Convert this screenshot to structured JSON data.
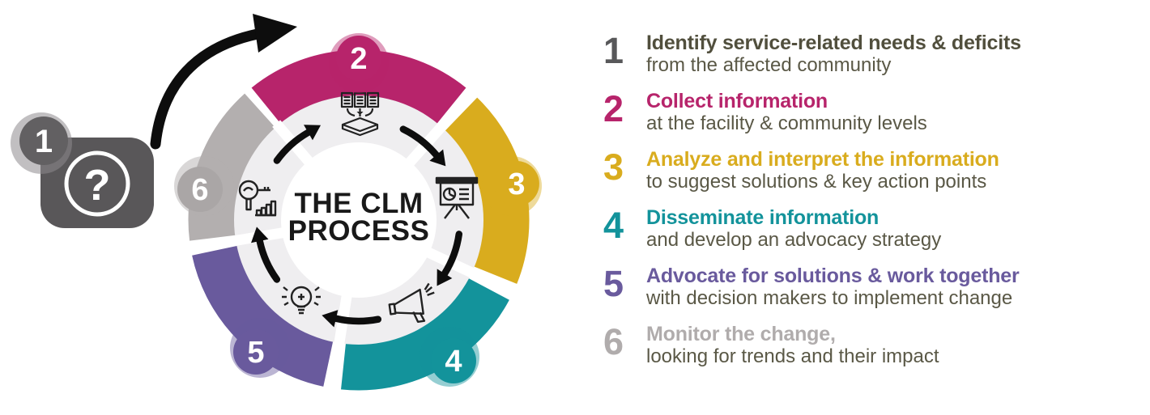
{
  "diagram": {
    "center_title_line1": "THE CLM",
    "center_title_line2": "PROCESS",
    "question_mark": "?",
    "badge_labels": [
      "1",
      "2",
      "3",
      "4",
      "5",
      "6"
    ],
    "colors": {
      "step1_dark_gray": "#595759",
      "step2_magenta": "#b7246b",
      "step3_yellow": "#d9ac1e",
      "step4_teal": "#13939b",
      "step5_purple": "#695a9d",
      "step6_gray": "#b3afaf",
      "inner_ring_gray": "#efeef0",
      "arrow_black": "#0d0d0d"
    },
    "icons": [
      "question-mark",
      "documents-collection",
      "presentation-chart",
      "megaphone",
      "idea-bulb",
      "monitor-trends"
    ]
  },
  "legend": {
    "steps": [
      {
        "num": "1",
        "title": "Identify service-related needs & deficits",
        "subtitle": "from the affected community",
        "color": "#58585a"
      },
      {
        "num": "2",
        "title": "Collect information",
        "subtitle": "at the facility & community levels",
        "color": "#b7246b"
      },
      {
        "num": "3",
        "title": "Analyze and interpret the information",
        "subtitle": "to suggest solutions & key action points",
        "color": "#d9ac1e"
      },
      {
        "num": "4",
        "title": "Disseminate information",
        "subtitle": "and develop an advocacy strategy",
        "color": "#13939b"
      },
      {
        "num": "5",
        "title": "Advocate for solutions & work together",
        "subtitle": "with decision makers to implement change",
        "color": "#695a9d"
      },
      {
        "num": "6",
        "title": "Monitor the change,",
        "subtitle": "looking for trends and their impact",
        "color": "#b0acac"
      }
    ],
    "subtitle_color": "#5a5846"
  }
}
